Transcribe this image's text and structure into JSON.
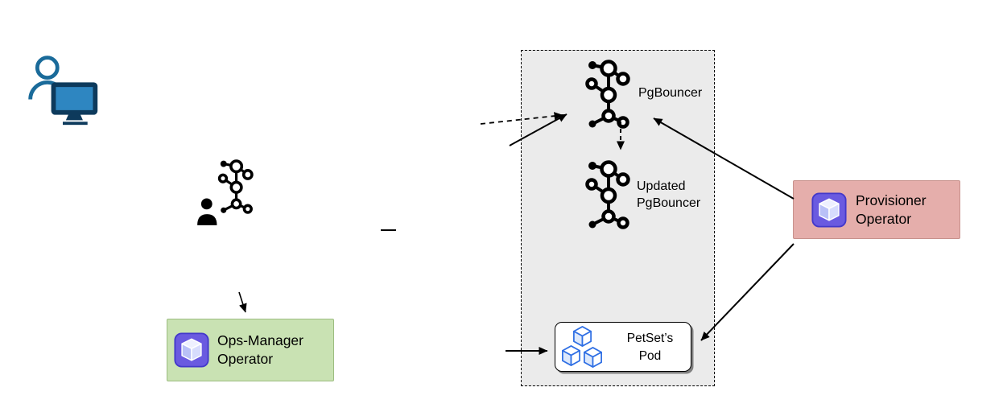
{
  "diagram": {
    "background": "#ffffff",
    "user": {
      "icon": "person-at-computer-icon"
    },
    "ops_request": {
      "icon": "user-with-resource-icon"
    },
    "cluster_panel": {
      "background": "#ebebeb",
      "border_style": "dashed",
      "pgbouncer": {
        "icon": "pgbouncer-resource-icon",
        "label": "PgBouncer"
      },
      "updated_pgbouncer": {
        "icon": "pgbouncer-resource-icon",
        "line1": "Updated",
        "line2": "PgBouncer"
      },
      "petset_pod": {
        "icon": "kubernetes-pod-cubes-icon",
        "line1": "PetSet’s",
        "line2": "Pod"
      }
    },
    "ops_manager_box": {
      "icon": "operator-cube-icon",
      "line1": "Ops-Manager",
      "line2": "Operator",
      "background": "#c9e2b3"
    },
    "provisioner_box": {
      "icon": "operator-cube-icon",
      "line1": "Provisioner",
      "line2": "Operator",
      "background": "#e5aeab"
    },
    "colors": {
      "panel_bg": "#ebebeb",
      "ops_manager_bg": "#c9e2b3",
      "provisioner_bg": "#e5aeab",
      "operator_icon_purple": "#6a5ae0",
      "pod_cube_blue": "#2f6fe4",
      "person_blue": "#1a6b9a",
      "line_black": "#000000"
    }
  }
}
